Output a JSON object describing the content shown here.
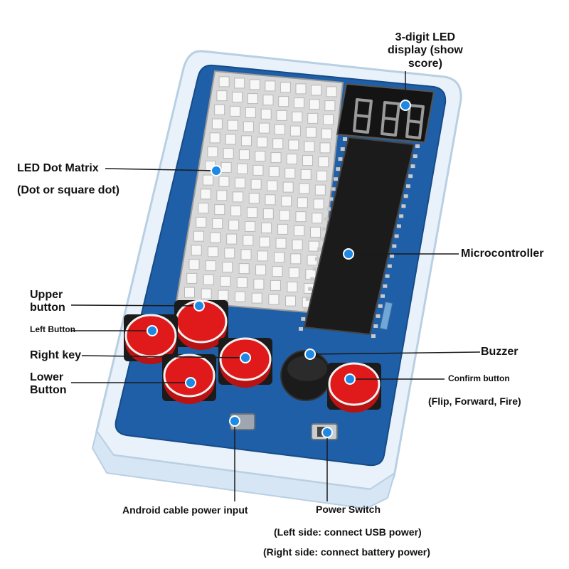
{
  "labels": {
    "led_display": [
      "3-digit LED",
      "display (show",
      "score)"
    ],
    "dot_matrix": "LED Dot Matrix",
    "dot_matrix_sub": "(Dot or square dot)",
    "microcontroller": "Microcontroller",
    "upper_button": [
      "Upper",
      "button"
    ],
    "left_button": "Left Button",
    "right_key": "Right key",
    "lower_button": [
      "Lower",
      "Button"
    ],
    "buzzer": "Buzzer",
    "confirm_button": "Confirm button",
    "confirm_sub": "(Flip, Forward, Fire)",
    "android_input": "Android cable power input",
    "power_switch": "Power Switch",
    "power_left": "(Left side: connect USB power)",
    "power_right": "(Right side: connect battery power)"
  },
  "colors": {
    "pcb": "#1f5fa8",
    "button": "#e01a1a",
    "marker": "#1e88e5",
    "chip": "#1b1b1b",
    "case": "#e8f2fb"
  }
}
